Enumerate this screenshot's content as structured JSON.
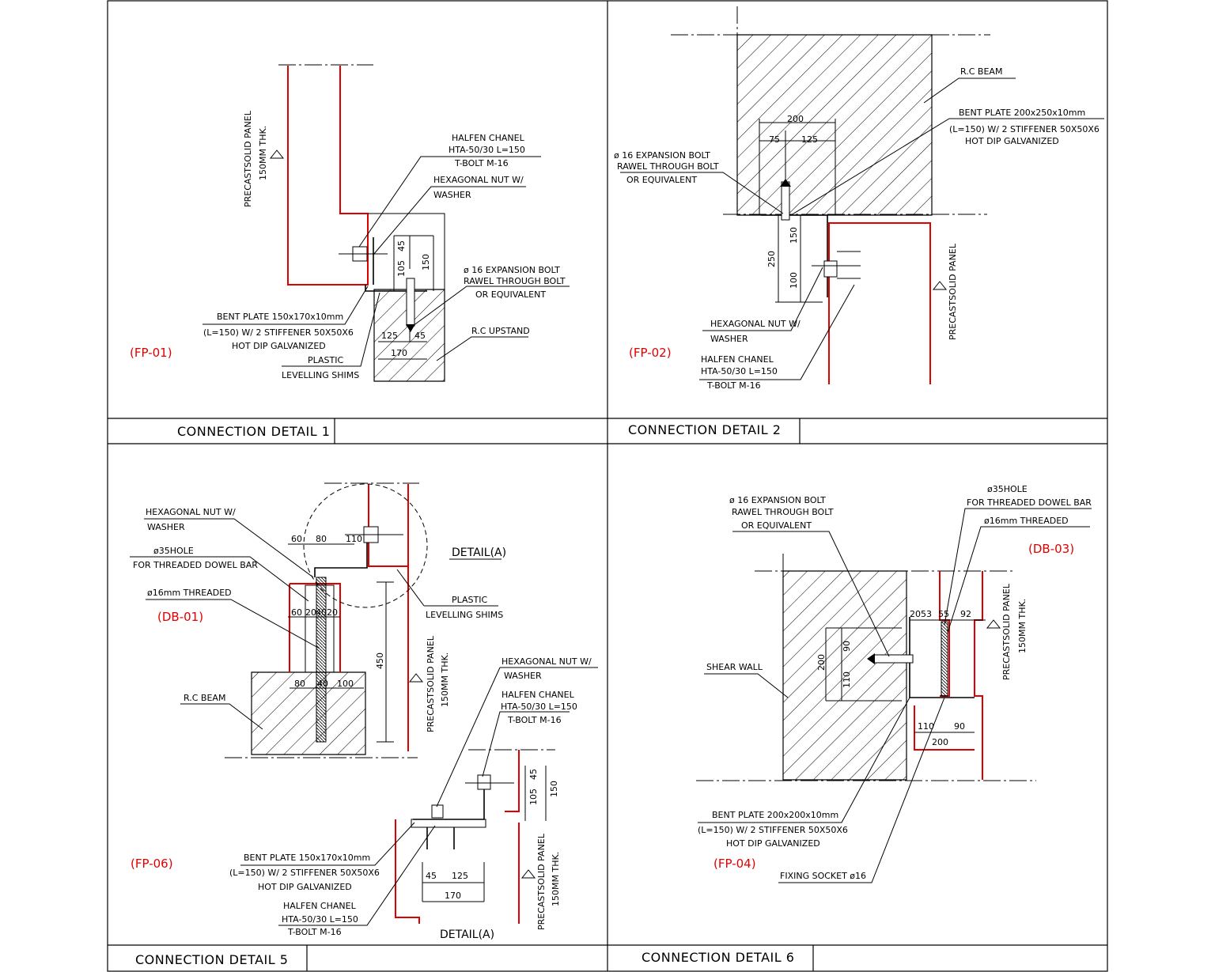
{
  "sheet": {
    "panels": [
      {
        "title": "CONNECTION DETAIL 1",
        "tag": "(FP-01)",
        "labels": {
          "panel": "PRECASTSOLID PANEL",
          "panel_thk": "150MM THK.",
          "chanel": [
            "HALFEN CHANEL",
            "HTA-50/30 L=150",
            "T-BOLT M-16"
          ],
          "nut": [
            "HEXAGONAL NUT W/",
            "WASHER"
          ],
          "expansion": [
            "ø 16 EXPANSION BOLT",
            "RAWEL THROUGH BOLT",
            "OR EQUIVALENT"
          ],
          "plate": [
            "BENT PLATE 150x170x10mm",
            "(L=150) W/ 2 STIFFENER 50X50X6",
            "HOT DIP GALVANIZED"
          ],
          "shims": [
            "PLASTIC",
            "LEVELLING SHIMS"
          ],
          "upstand": "R.C UPSTAND"
        },
        "dims": [
          "45",
          "150",
          "105",
          "125",
          "45",
          "170"
        ]
      },
      {
        "title": "CONNECTION DETAIL 2",
        "tag": "(FP-02)",
        "labels": {
          "beam": "R.C BEAM",
          "plate": [
            "BENT PLATE 200x250x10mm",
            "(L=150) W/ 2 STIFFENER 50X50X6",
            "HOT DIP GALVANIZED"
          ],
          "expansion": [
            "ø 16 EXPANSION BOLT",
            "RAWEL THROUGH BOLT",
            "OR EQUIVALENT"
          ],
          "nut": [
            "HEXAGONAL NUT W/",
            "WASHER"
          ],
          "chanel": [
            "HALFEN CHANEL",
            "HTA-50/30 L=150",
            "T-BOLT M-16"
          ],
          "panel": "PRECASTSOLID PANEL"
        },
        "dims": [
          "200",
          "75",
          "125",
          "250",
          "150",
          "100"
        ]
      },
      {
        "title": "CONNECTION DETAIL 5",
        "tags": [
          "(DB-01)",
          "(FP-06)"
        ],
        "labels": {
          "nut": [
            "HEXAGONAL NUT W/",
            "WASHER"
          ],
          "hole": [
            "ø35HOLE",
            "FOR THREADED DOWEL BAR"
          ],
          "threaded": "ø16mm THREADED",
          "detail_a": "DETAIL(A)",
          "shims": [
            "PLASTIC",
            "LEVELLING SHIMS"
          ],
          "beam": "R.C BEAM",
          "panel": "PRECASTSOLID PANEL",
          "panel_thk": "150MM THK.",
          "nut2": [
            "HEXAGONAL NUT W/",
            "WASHER"
          ],
          "chanel": [
            "HALFEN CHANEL",
            "HTA-50/30 L=150",
            "T-BOLT M-16"
          ],
          "plate": [
            "BENT PLATE 150x170x10mm",
            "(L=150) W/ 2 STIFFENER 50X50X6",
            "HOT DIP GALVANIZED"
          ],
          "chanel2": [
            "HALFEN CHANEL",
            "HTA-50/30 L=150",
            "T-BOLT M-16"
          ],
          "panel2": "PRECASTSOLID PANEL",
          "panel2_thk": "150MM THK.",
          "detail_a2": "DETAIL(A)"
        },
        "dims": [
          "60",
          "80",
          "110",
          "60",
          "20",
          "40",
          "20",
          "450",
          "80",
          "40",
          "100",
          "45",
          "150",
          "105",
          "45",
          "125",
          "170"
        ]
      },
      {
        "title": "CONNECTION DETAIL 6",
        "tags": [
          "(DB-03)",
          "(FP-04)"
        ],
        "labels": {
          "expansion": [
            "ø 16 EXPANSION BOLT",
            "RAWEL THROUGH BOLT",
            "OR EQUIVALENT"
          ],
          "hole": [
            "ø35HOLE",
            "FOR THREADED DOWEL BAR"
          ],
          "threaded": "ø16mm THREADED",
          "shear": "SHEAR WALL",
          "panel": "PRECASTSOLID PANEL",
          "panel_thk": "150MM THK.",
          "plate": [
            "BENT PLATE 200x200x10mm",
            "(L=150) W/ 2 STIFFENER 50X50X6",
            "HOT DIP GALVANIZED"
          ],
          "socket": "FIXING SOCKET ø16"
        },
        "dims": [
          "20",
          "53",
          "55",
          "92",
          "90",
          "200",
          "110",
          "110",
          "90",
          "200"
        ]
      }
    ]
  }
}
